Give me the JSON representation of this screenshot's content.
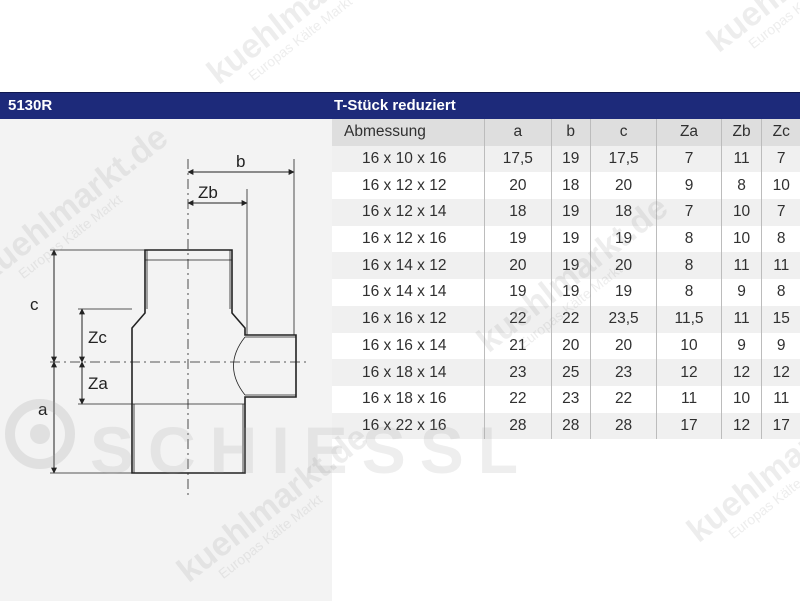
{
  "header": {
    "code": "5130R",
    "title": "T-Stück reduziert"
  },
  "drawing": {
    "labels": {
      "b": "b",
      "zb": "Zb",
      "c": "c",
      "zc": "Zc",
      "za": "Za",
      "a": "a"
    }
  },
  "table": {
    "headers": [
      "Abmessung",
      "a",
      "b",
      "c",
      "Za",
      "Zb",
      "Zc"
    ],
    "rows": [
      [
        "16 x 10 x 16",
        "17,5",
        "19",
        "17,5",
        "7",
        "11",
        "7"
      ],
      [
        "16 x 12 x 12",
        "20",
        "18",
        "20",
        "9",
        "8",
        "10"
      ],
      [
        "16 x 12 x 14",
        "18",
        "19",
        "18",
        "7",
        "10",
        "7"
      ],
      [
        "16 x 12 x 16",
        "19",
        "19",
        "19",
        "8",
        "10",
        "8"
      ],
      [
        "16 x 14 x 12",
        "20",
        "19",
        "20",
        "8",
        "11",
        "11"
      ],
      [
        "16 x 14 x 14",
        "19",
        "19",
        "19",
        "8",
        "9",
        "8"
      ],
      [
        "16 x 16 x 12",
        "22",
        "22",
        "23,5",
        "11,5",
        "11",
        "15"
      ],
      [
        "16 x 16 x 14",
        "21",
        "20",
        "20",
        "10",
        "9",
        "9"
      ],
      [
        "16 x 18 x 14",
        "23",
        "25",
        "23",
        "12",
        "12",
        "12"
      ],
      [
        "16 x 18 x 16",
        "22",
        "23",
        "22",
        "11",
        "10",
        "11"
      ],
      [
        "16 x 22 x 16",
        "28",
        "28",
        "28",
        "17",
        "12",
        "17"
      ]
    ]
  },
  "watermark": {
    "site": "kuehlmarkt.de",
    "tagline": "Europas Kälte Markt",
    "logo": "SCHIESSL"
  }
}
